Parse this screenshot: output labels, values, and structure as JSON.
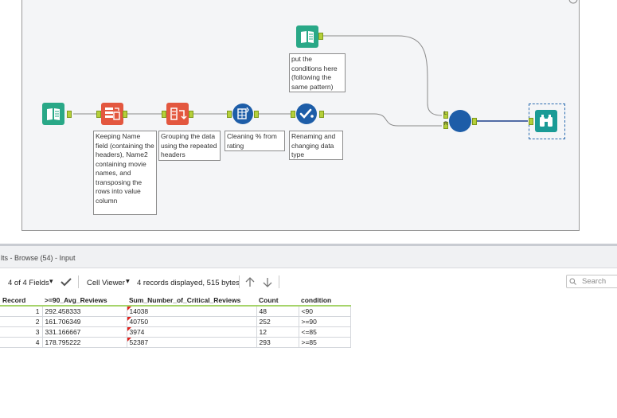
{
  "workflow": {
    "annotations": {
      "text_input": "put the conditions here (following the same pattern)",
      "crosstab": "Keeping Name field (containing the headers), Name2 containing movie names, and transposing the rows into value column",
      "multirow": "Grouping the data using the repeated headers",
      "formula": "Cleaning % from rating",
      "select": "Renaming and changing data type"
    },
    "join_anchor_labels": {
      "left": "L",
      "right": "R"
    },
    "icons": [
      "book-input-icon",
      "crosstab-icon",
      "multirow-icon",
      "formula-icon",
      "select-icon",
      "join-icon",
      "browse-binoculars-icon"
    ],
    "colors": {
      "input_green": "#29a887",
      "transform_red": "#e3573f",
      "prep_blue": "#1d5da8",
      "browse_teal": "#1a9b96",
      "anchor_green": "#b5cf3a"
    }
  },
  "results": {
    "title": "lts - Browse (54) - Input",
    "fields_label": "4 of 4 Fields",
    "viewer_label": "Cell Viewer",
    "records_info": "4 records displayed, 515 bytes",
    "search_placeholder": "Search",
    "columns": [
      "Record",
      ">=90_Avg_Reviews",
      "Sum_Number_of_Critical_Reviews",
      "Count",
      "condition"
    ],
    "rows": [
      [
        "1",
        "292.458333",
        "14038",
        "48",
        "<90"
      ],
      [
        "2",
        "161.706349",
        "40750",
        "252",
        ">=90"
      ],
      [
        "3",
        "331.166667",
        "3974",
        "12",
        "<=85"
      ],
      [
        "4",
        "178.795222",
        "52387",
        "293",
        ">=85"
      ]
    ]
  }
}
